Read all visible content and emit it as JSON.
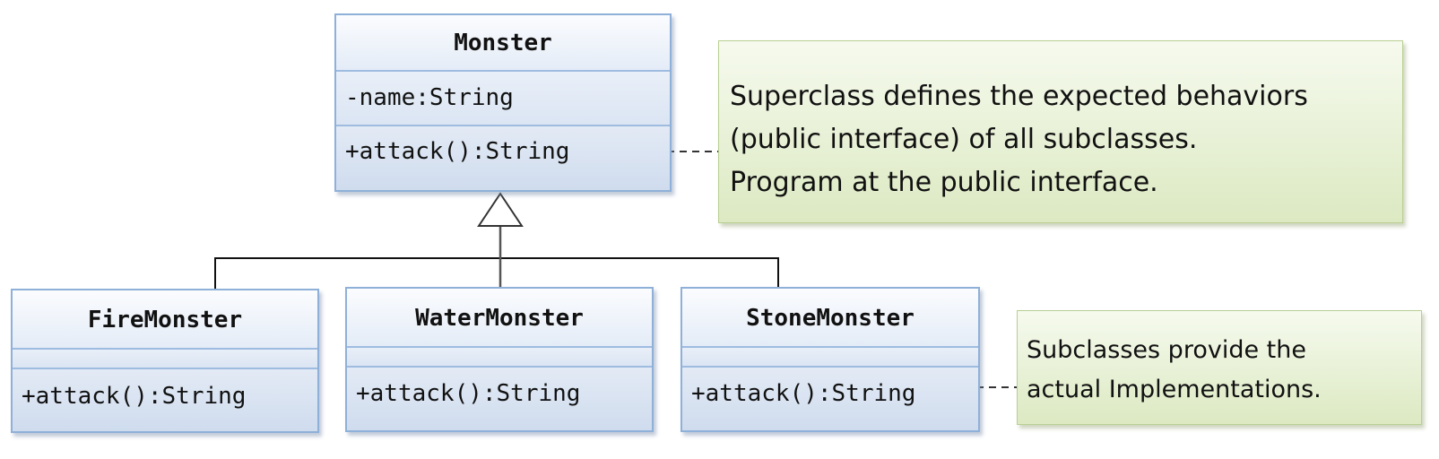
{
  "classes": {
    "monster": {
      "name": "Monster",
      "attribute": "-name:String",
      "operation": "+attack():String"
    },
    "fire": {
      "name": "FireMonster",
      "attribute": "",
      "operation": "+attack():String"
    },
    "water": {
      "name": "WaterMonster",
      "attribute": "",
      "operation": "+attack():String"
    },
    "stone": {
      "name": "StoneMonster",
      "attribute": "",
      "operation": "+attack():String"
    }
  },
  "notes": {
    "superclass": [
      "Superclass defines the expected behaviors",
      "(public interface) of all subclasses.",
      "Program at the public interface."
    ],
    "subclass": [
      "Subclasses provide the",
      "actual Implementations."
    ]
  },
  "colors": {
    "class_border": "#8fb0d8",
    "class_fill": "#dfe8f4",
    "note_fill": "#e6f0d3",
    "note_border": "#b9cf92"
  }
}
